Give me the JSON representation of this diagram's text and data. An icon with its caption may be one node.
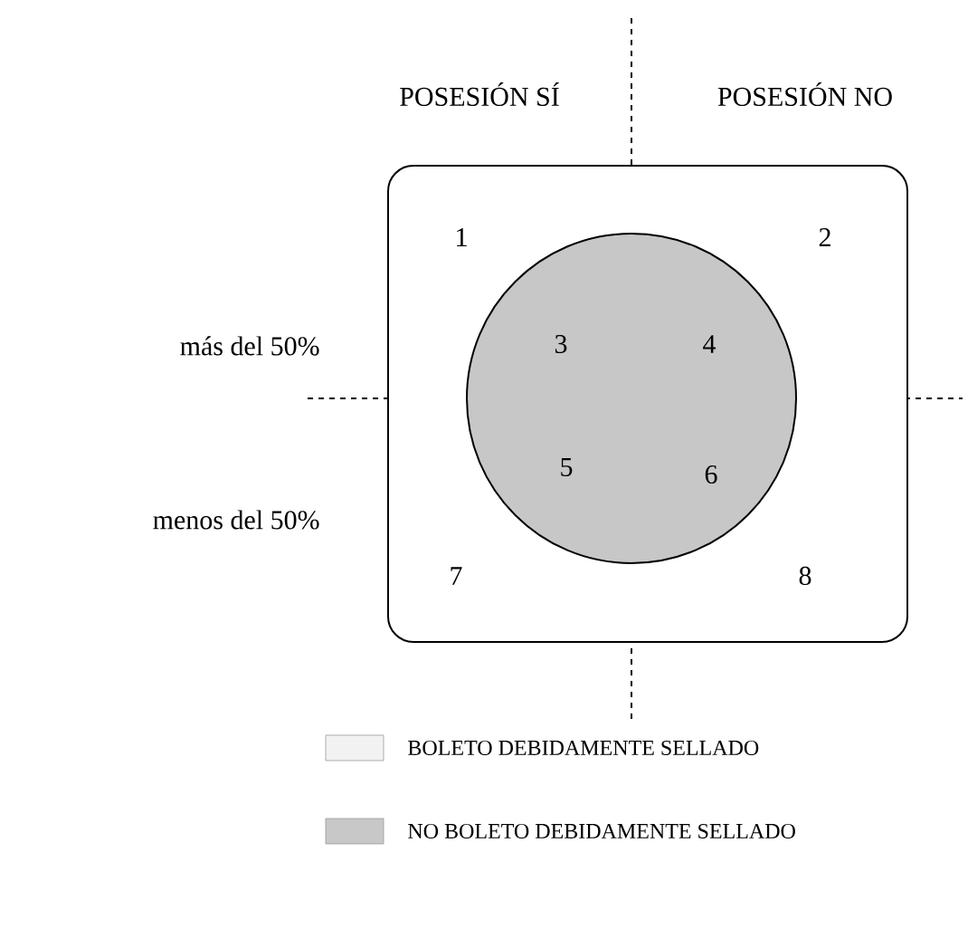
{
  "diagram": {
    "nodes": [
      {
        "text": [
          "1",
          "2",
          "7",
          "8"
        ]
      },
      {
        "text": [
          "3",
          "4",
          "5",
          "6"
        ],
        "in": 0
      }
    ],
    "labels": [
      "POSESIÓN SÍ",
      "POSESIÓN NO",
      "más del 50%",
      "menos del 50%"
    ],
    "legend": [
      {
        "text": "BOLETO DEBIDAMENTE SELLADO",
        "color": "#f2f2f2"
      },
      {
        "text": "NO BOLETO DEBIDAMENTE SELLADO",
        "color": "#c8c8c8"
      }
    ]
  }
}
